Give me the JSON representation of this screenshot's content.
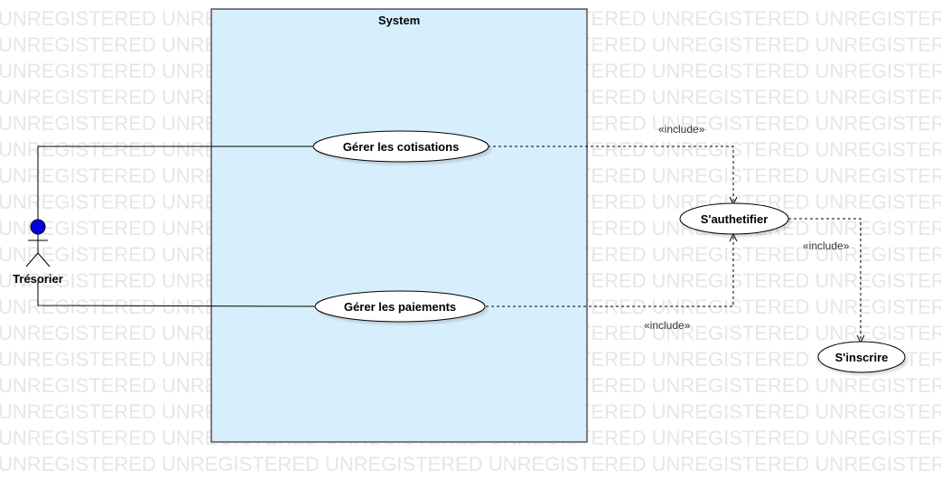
{
  "watermark": "UNREGISTERED UNREGISTERED UNREGISTERED UNREGISTERED UNREGISTERED UNREGISTERED",
  "system": {
    "title": "System"
  },
  "actor": {
    "name": "Trésorier"
  },
  "use_cases": {
    "gerer_cotisations": "Gérer les cotisations",
    "gerer_paiements": "Gérer les paiements",
    "sauthentifier": "S'authetifier",
    "sinscrire": "S'inscrire"
  },
  "relations": {
    "include_1": "«include»",
    "include_2": "«include»",
    "include_3": "«include»"
  },
  "colors": {
    "system_fill": "#d7effd",
    "system_stroke": "#555555",
    "actor_head": "#0000e0",
    "usecase_fill": "#ffffff",
    "line": "#000000"
  }
}
